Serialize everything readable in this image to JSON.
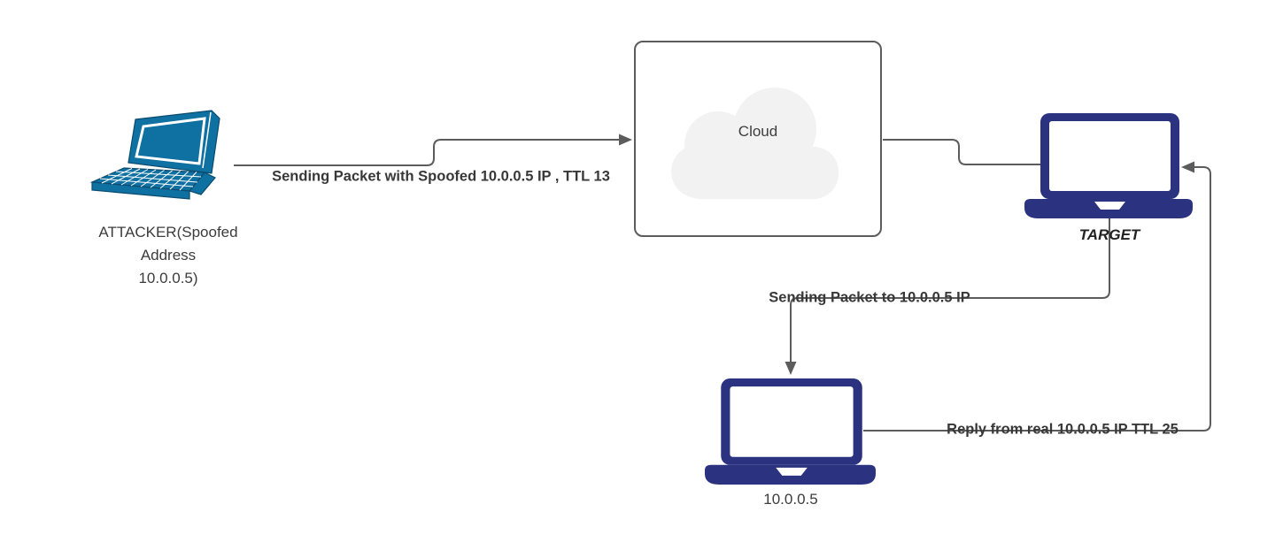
{
  "diagram": {
    "title": "IP spoofing attack network diagram",
    "colors": {
      "connector_line": "#5c5c5c",
      "attacker_laptop": "#0f70a2",
      "attacker_laptop_outline": "#0a4b6e",
      "target_laptop": "#2b3380",
      "cloud_fill": "#f2f2f2",
      "cloud_box_border": "#5c5c5c",
      "edge_label_text": "#383838",
      "node_label_text": "#3c3c3c",
      "background": "#ffffff"
    },
    "nodes": {
      "attacker": {
        "label": "ATTACKER(Spoofed\nAddress\n10.0.0.5)"
      },
      "cloud": {
        "label": "Cloud"
      },
      "target": {
        "label": "TARGET"
      },
      "real_host": {
        "label": "10.0.0.5"
      }
    },
    "edges": {
      "attacker_to_cloud": {
        "label": "Sending Packet with Spoofed 10.0.0.5 IP , TTL 13",
        "direction": "attacker -> cloud"
      },
      "cloud_to_target": {
        "label": "",
        "direction": "cloud - target (plain line)"
      },
      "target_to_real_host": {
        "label": "Sending Packet to 10.0.0.5 IP",
        "direction": "target -> real host"
      },
      "real_host_to_target": {
        "label": "Reply from real 10.0.0.5 IP TTL 25",
        "direction": "real host -> target"
      }
    }
  }
}
